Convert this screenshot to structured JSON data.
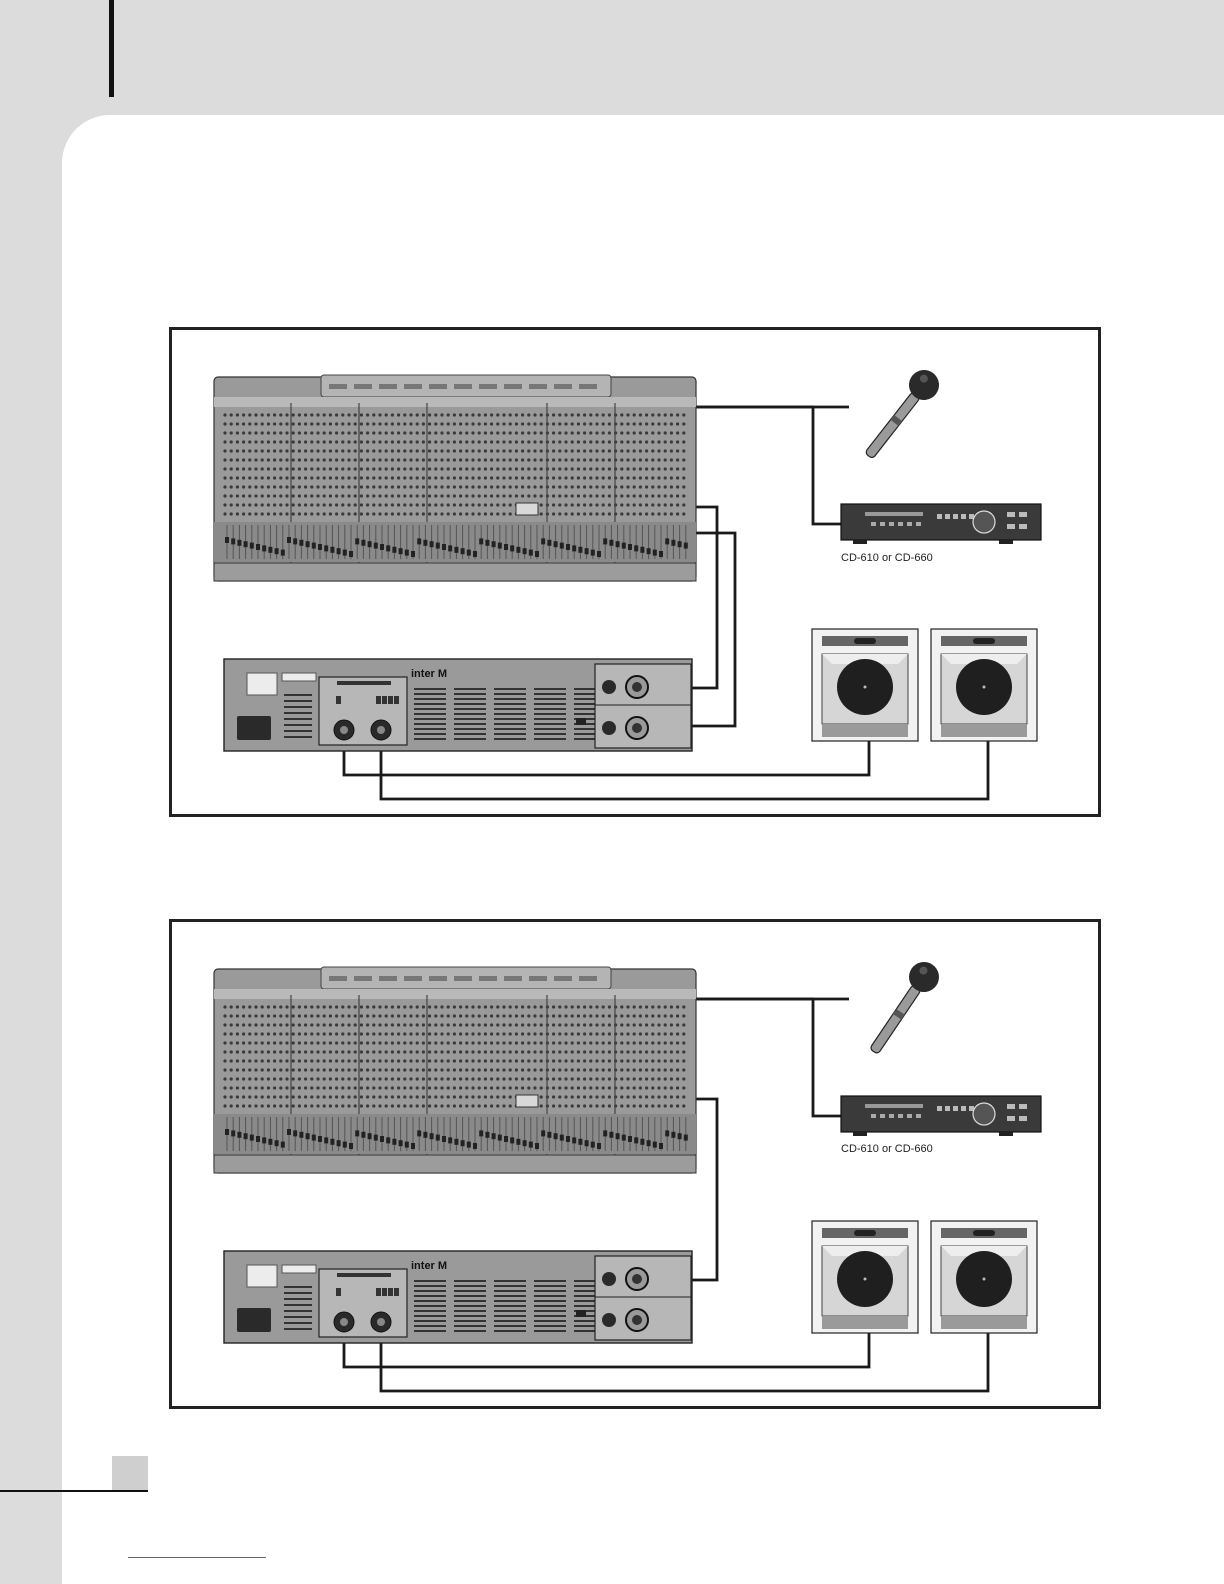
{
  "diagrams": [
    {
      "id": "upper",
      "player_label": "CD-610 or CD-660",
      "amp_brand": "inter M",
      "connections": [
        "console-to-microphone",
        "console-to-cd-player",
        "console-to-amplifier-input-a",
        "console-to-amplifier-input-b",
        "amplifier-to-speaker-left",
        "amplifier-to-speaker-right"
      ]
    },
    {
      "id": "lower",
      "player_label": "CD-610 or CD-660",
      "amp_brand": "inter M",
      "connections": [
        "console-to-microphone",
        "console-to-cd-player",
        "console-to-amplifier-input-a",
        "amplifier-to-speaker-left",
        "amplifier-to-speaker-right"
      ]
    }
  ],
  "colors": {
    "panel": "#ffffff",
    "margin": "#dcdcdc",
    "equipment": "#8c8c8c",
    "cable": "#1a1a1a"
  }
}
